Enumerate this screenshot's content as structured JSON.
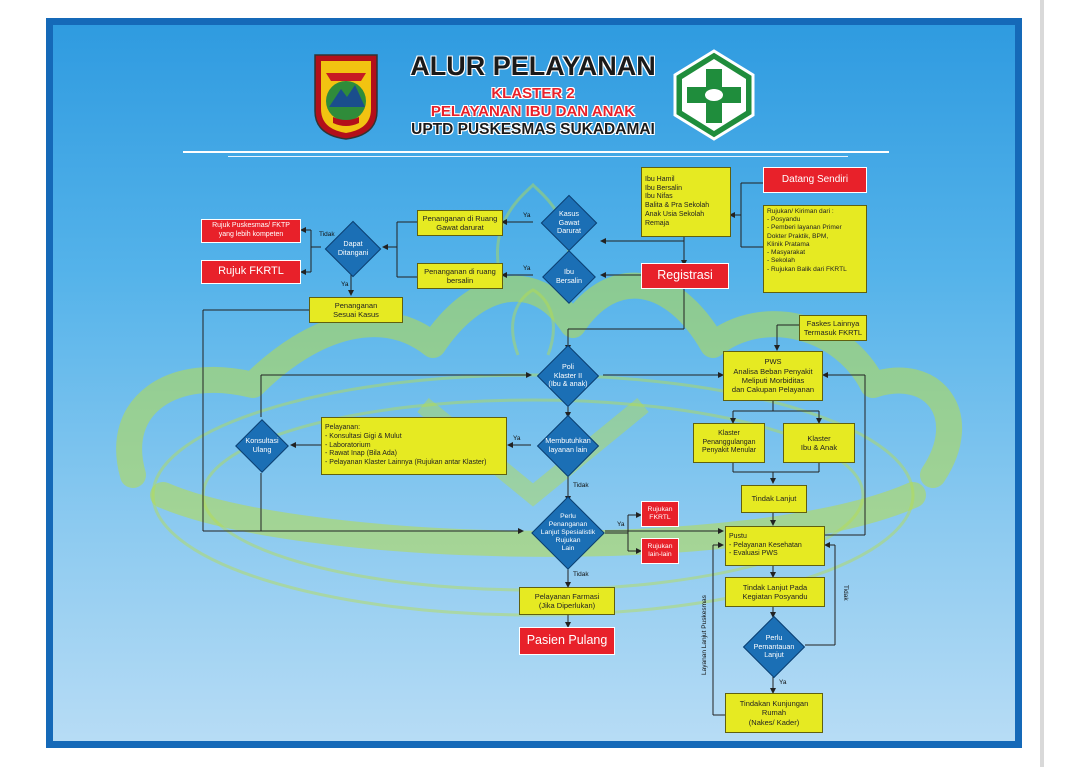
{
  "header": {
    "title": "ALUR PELAYANAN",
    "cluster": "KLASTER 2",
    "subtitle": "PELAYANAN IBU DAN ANAK",
    "org": "UPTD PUSKESMAS SUKADAMAI",
    "left_logo": "regency-emblem",
    "right_logo": "puskesmas-cross-logo"
  },
  "nodes": {
    "datang_sendiri": "Datang Sendiri",
    "patients": "Ibu Hamil\nIbu Bersalin\nIbu Nifas\nBalita & Pra Sekolah\nAnak Usia Sekolah\nRemaja",
    "rujukan": "Rujukan/ Kiriman dari :\n- Posyandu\n- Pemberi layanan Primer\n  Dokter Praktik, BPM,\n  Klinik Pratama\n- Masyarakat\n- Sekolah\n- Rujukan Balik dari FKRTL",
    "registrasi": "Registrasi",
    "kasus_gawat": "Kasus\nGawat\nDarurat",
    "ibu_bersalin": "Ibu\nBersalin",
    "igd": "Penanganan di Ruang\nGawat darurat",
    "ruang_bersalin": "Penanganan di ruang\nbersalin",
    "dapat_ditangani": "Dapat\nDitangani",
    "rujuk_pkm": "Rujuk Puskesmas/ FKTP\nyang lebih kompeten",
    "rujuk_fkrtl": "Rujuk FKRTL",
    "sesuai_kasus": "Penanganan\nSesuai Kasus",
    "poli": "Poli\nKlaster II\n(Ibu & anak)",
    "pelayanan": "Pelayanan:\n- Konsultasi Gigi & Mulut\n- Laboratorium\n- Rawat Inap (Bila Ada)\n- Pelayanan Klaster Lainnya (Rujukan antar Klaster)",
    "butuh_lain": "Membutuhkan\nlayanan lain",
    "konsultasi_ulang": "Konsultasi\nUlang",
    "perlu_rujukan": "Perlu\nPenanganan\nLanjut Spesialistik\nRujukan\nLain",
    "rujukan_fkrtl": "Rujukan\nFKRTL",
    "rujukan_lain": "Rujukan\nlain-lain",
    "farmasi": "Pelayanan Farmasi\n(Jika Diperlukan)",
    "pulang": "Pasien Pulang",
    "faskes": "Faskes Lainnya\nTermasuk FKRTL",
    "pws": "PWS\nAnalisa Beban Penyakit\nMeliputi Morbiditas\ndan Cakupan Pelayanan",
    "klaster_menular": "Klaster\nPenanggulangan\nPenyakit Menular",
    "klaster_ibu": "Klaster\nIbu & Anak",
    "tindak_lanjut": "Tindak Lanjut",
    "pustu": "Pustu\n- Pelayanan Kesehatan\n- Evaluasi PWS",
    "posyandu": "Tindak Lanjut Pada\nKegiatan Posyandu",
    "perlu_pemantauan": "Perlu\nPemantauan\nLanjut",
    "kunjungan": "Tindakan Kunjungan\nRumah\n(Nakes/ Kader)"
  },
  "labels": {
    "ya": "Ya",
    "tidak": "Tidak",
    "layanan_lanjut": "Layanan Lanjut Puskesmas"
  },
  "colors": {
    "border": "#1569b8",
    "yellow_box": "#e6ea22",
    "red_box": "#e8212a",
    "diamond": "#1b6fb5",
    "watermark": "#b7dd4a"
  }
}
